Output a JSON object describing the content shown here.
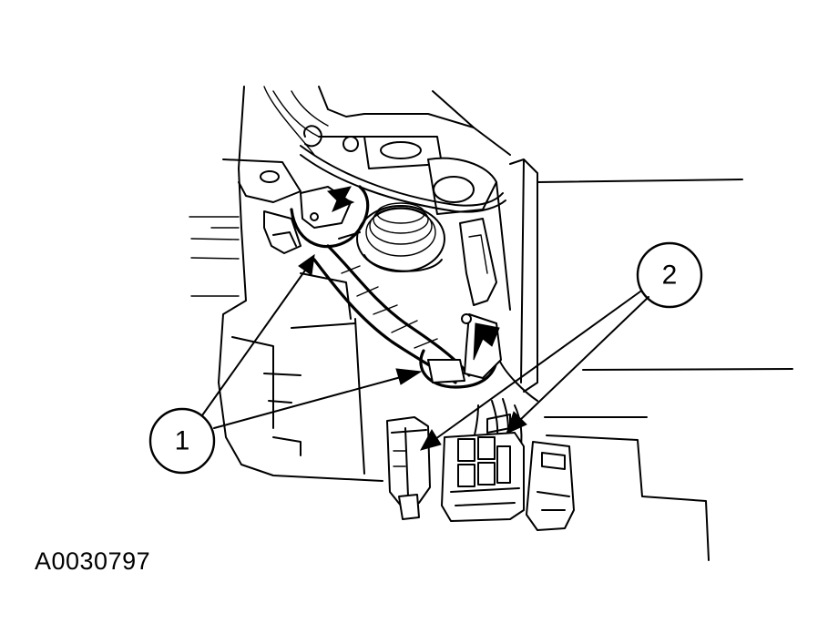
{
  "figure": {
    "id_label": "A0030797"
  },
  "callouts": [
    {
      "label": "1"
    },
    {
      "label": "2"
    }
  ],
  "icons": {
    "steering_column_area": "steering-column-illustration",
    "wiring_harness": "wire-harness-illustration",
    "connectors": "electrical-connector-illustration",
    "retaining_clips": "harness-clip-illustration"
  }
}
